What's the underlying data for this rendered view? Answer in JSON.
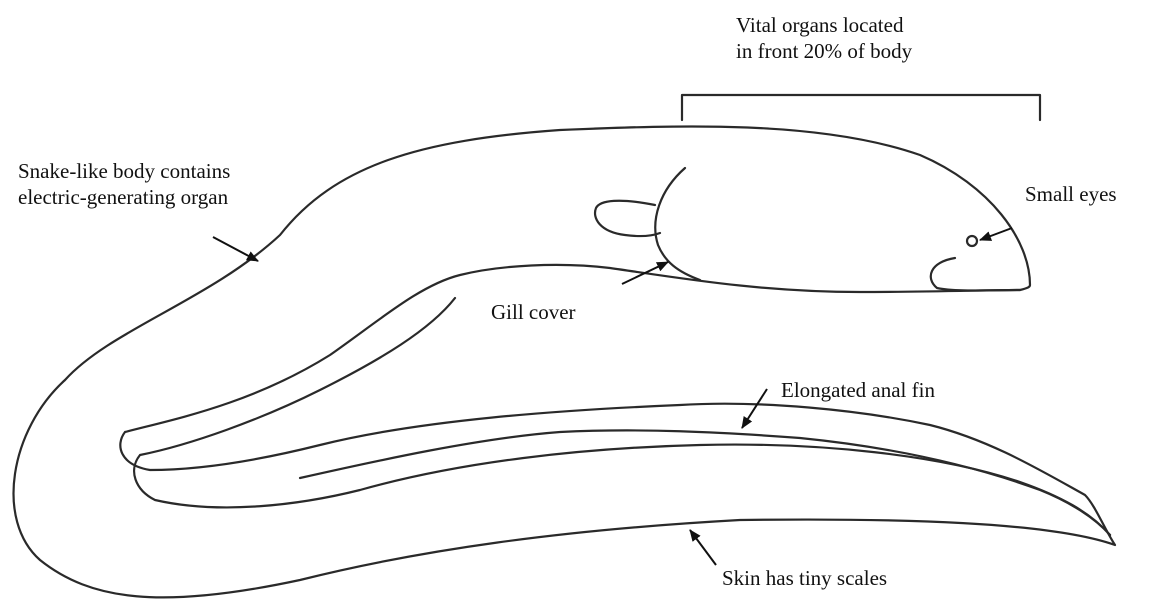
{
  "labels": {
    "vital_organs": [
      "Vital organs located",
      "in front 20% of body"
    ],
    "body": [
      "Snake-like body contains",
      "electric-generating organ"
    ],
    "eyes": "Small eyes",
    "gill": "Gill cover",
    "anal_fin": "Elongated anal fin",
    "skin": "Skin has tiny scales"
  },
  "colors": {
    "line": "#2a2a2a",
    "text": "#111111",
    "background": "#ffffff"
  }
}
